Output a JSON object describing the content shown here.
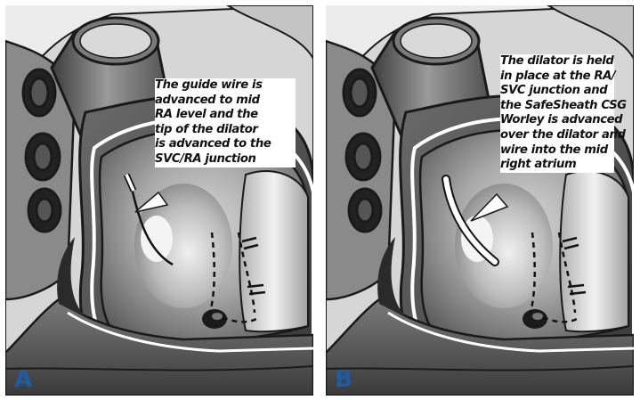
{
  "colors": {
    "panel_label": "#1a5ea8",
    "background": "#ececec",
    "outline": "#1a1a1a",
    "callout_bg": "#ffffff"
  },
  "panels": [
    {
      "label": "A",
      "caption_lines": [
        "The guide wire is",
        "advanced to mid",
        "RA level and the",
        "tip of the dilator",
        "is advanced to the",
        "SVC/RA junction"
      ]
    },
    {
      "label": "B",
      "caption_lines": [
        "The dilator is held",
        "in place at the RA/",
        "SVC junction and",
        "the SafeSheath CSG",
        "Worley is advanced",
        "over the dilator and",
        "wire into the mid",
        "right atrium"
      ]
    }
  ]
}
